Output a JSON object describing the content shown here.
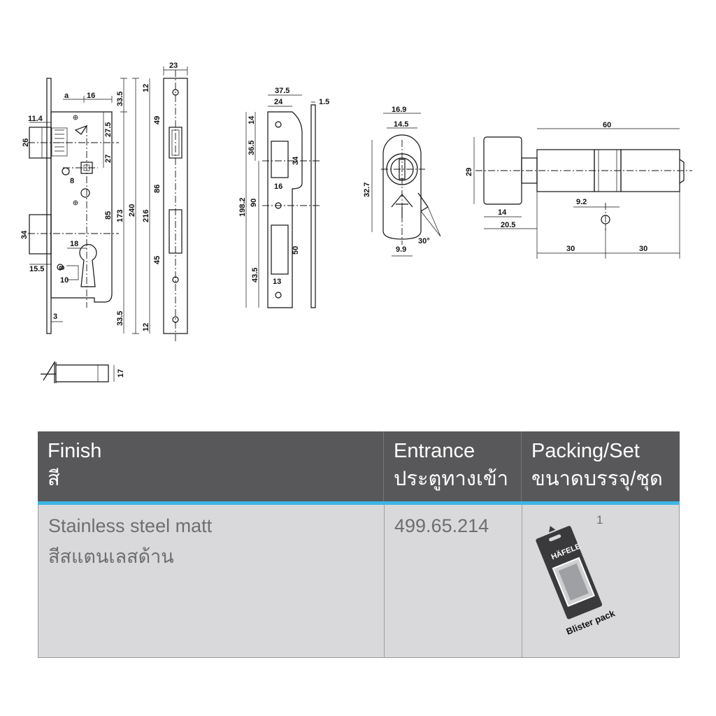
{
  "drawing": {
    "lock_body_dims": {
      "a": "a",
      "d16": "16",
      "d11_4": "11.4",
      "d26": "26",
      "d33_5_top": "33.5",
      "d27_5": "27.5",
      "d27": "27",
      "d8": "8",
      "d85": "85",
      "d173": "173",
      "d240": "240",
      "d34": "34",
      "d18": "18",
      "d15_5": "15.5",
      "d8b": "8",
      "d10": "10",
      "d3": "3",
      "d33_5_bottom": "33.5",
      "d17": "17"
    },
    "faceplate_dims": {
      "d23": "23",
      "d12_top": "12",
      "d49": "49",
      "d86": "86",
      "d216": "216",
      "d45": "45",
      "d12_bottom": "12"
    },
    "strike_plate_dims": {
      "d37_5": "37.5",
      "d24": "24",
      "d1_5": "1.5",
      "d14": "14",
      "d36_5": "36.5",
      "d34": "34",
      "d16": "16",
      "d198_2": "198.2",
      "d90": "90",
      "d50": "50",
      "d43_5": "43.5",
      "d13": "13"
    },
    "cylinder_front_dims": {
      "d16_9": "16.9",
      "d14_5": "14.5",
      "d32_7": "32.7",
      "d9_9": "9.9",
      "angle": "30°"
    },
    "cylinder_side_dims": {
      "d60": "60",
      "d29": "29",
      "d9_2": "9.2",
      "d14": "14",
      "d20_5": "20.5",
      "d30_left": "30",
      "d30_right": "30"
    }
  },
  "table": {
    "headers": {
      "finish_en": "Finish",
      "finish_th": "สี",
      "entrance_en": "Entrance",
      "entrance_th": "ประตูทางเข้า",
      "packing_en": "Packing/Set",
      "packing_th": "ขนาดบรรจุ/ชุด"
    },
    "row": {
      "finish_en": "Stainless steel matt",
      "finish_th": "สีสแตนเลสด้าน",
      "article_no": "499.65.214",
      "quantity": "1",
      "pack_brand": "HÄFELE",
      "pack_label": "Blister pack"
    },
    "colors": {
      "header_bg": "#58585a",
      "accent": "#3db6e6",
      "body_bg": "#d9d9db"
    }
  }
}
